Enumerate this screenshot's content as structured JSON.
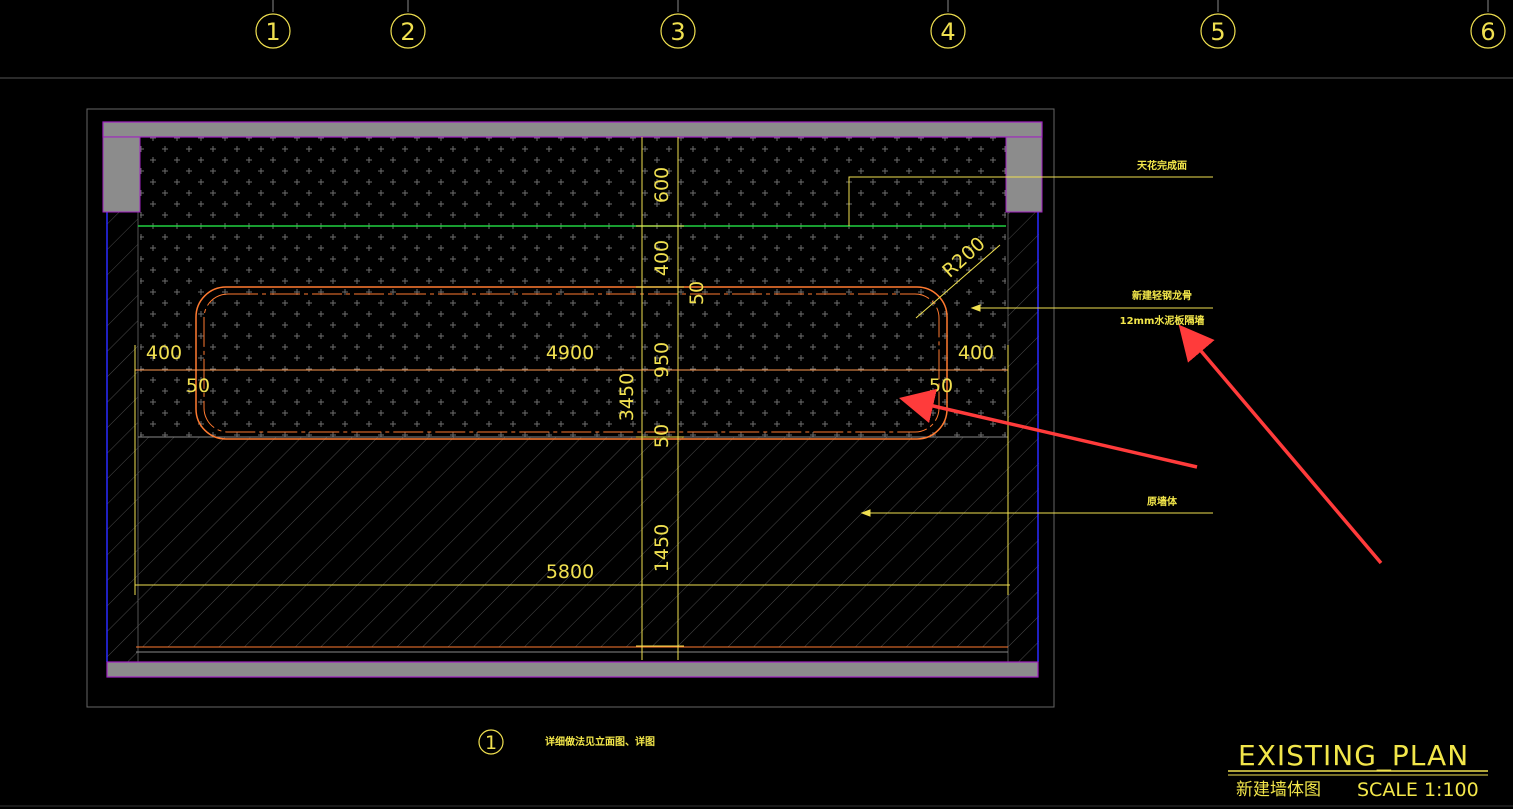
{
  "axis_labels": [
    "1",
    "2",
    "3",
    "4",
    "5",
    "6"
  ],
  "dimensions": {
    "d600": "600",
    "d400_v": "400",
    "d50_a": "50",
    "d950": "950",
    "d3450": "3450",
    "d50_b": "50",
    "d1450": "1450",
    "d400_left": "400",
    "d4900": "4900",
    "d400_right": "400",
    "d50_left": "50",
    "d50_right": "50",
    "d5800": "5800",
    "radius": "R200"
  },
  "annotations": {
    "ceiling": "天花完成面",
    "steel_keel": "新建轻钢龙骨",
    "cement_board": "12mm水泥板隔墙",
    "original_wall": "原墙体",
    "detail_note": "详细做法见立面图、详图"
  },
  "title_block": {
    "plan_name": "EXISTING_PLAN",
    "plan_name_cn": "新建墙体图",
    "scale": "SCALE 1:100",
    "detail_number": "1"
  },
  "colors": {
    "background": "#000000",
    "dimension": "#f0e050",
    "concrete": "#8c8c8c",
    "wall_edge": "#a020c0",
    "ceiling_line": "#20d040",
    "opening": "#ff7a30",
    "annotation_arrow": "#ff3b3b",
    "column_blue": "#2a2aff"
  }
}
